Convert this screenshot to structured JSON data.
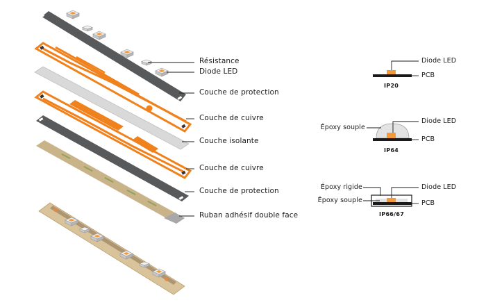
{
  "layers": {
    "resistor": "Résistance",
    "led": "Diode LED",
    "protection_top": "Couche de protection",
    "copper_top": "Couche de cuivre",
    "insulating": "Couche isolante",
    "copper_bottom": "Couche de cuivre",
    "protection_bottom": "Couche de protection",
    "tape": "Ruban adhésif double face"
  },
  "ip20": {
    "led": "Diode LED",
    "pcb": "PCB",
    "code": "IP20"
  },
  "ip64": {
    "epoxy": "Époxy souple",
    "led": "Diode LED",
    "pcb": "PCB",
    "code": "IP64"
  },
  "ip6667": {
    "epoxy_rigid": "Époxy rigide",
    "epoxy_soft": "Époxy souple",
    "led": "Diode LED",
    "pcb": "PCB",
    "code": "IP66/67"
  },
  "colors": {
    "gray_dark": "#58595b",
    "copper": "#f0821e",
    "silver": "#d9d9d9",
    "tape": "#c9b48a",
    "led_orange": "#f39a3a"
  }
}
